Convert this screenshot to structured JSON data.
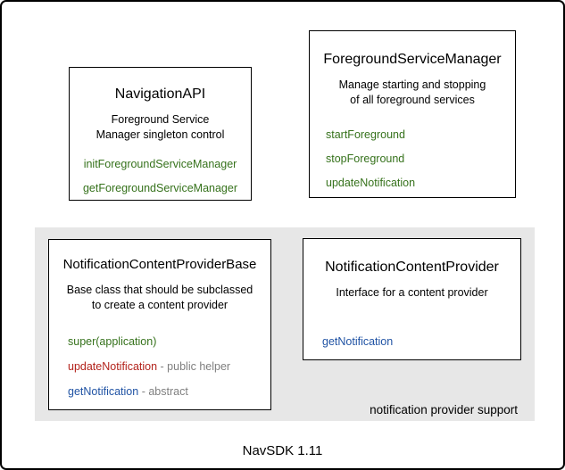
{
  "colors": {
    "green": "#36721c",
    "red": "#b3231c",
    "blue": "#2053a4",
    "muted": "#7f7f7f",
    "panel_bg": "#e7e7e7",
    "text": "#000000"
  },
  "caption": "NavSDK 1.11",
  "panel": {
    "label": "notification provider support"
  },
  "boxes": [
    {
      "id": "navigation-api",
      "title": "NavigationAPI",
      "subtitle": "Foreground Service\nManager singleton control",
      "methods": [
        {
          "label": "initForegroundServiceManager",
          "color": "green"
        },
        {
          "label": "getForegroundServiceManager",
          "color": "green"
        }
      ]
    },
    {
      "id": "foreground-service-manager",
      "title": "ForegroundServiceManager",
      "subtitle": "Manage starting and stopping\nof all foreground services",
      "methods": [
        {
          "label": "startForeground",
          "color": "green"
        },
        {
          "label": "stopForeground",
          "color": "green"
        },
        {
          "label": "updateNotification",
          "color": "green"
        }
      ]
    },
    {
      "id": "notification-content-provider-base",
      "title": "NotificationContentProviderBase",
      "subtitle": "Base class that should be subclassed\nto create a content provider",
      "methods": [
        {
          "label": "super(application)",
          "color": "green"
        },
        {
          "label": "updateNotification",
          "color": "red",
          "suffix": " - public helper"
        },
        {
          "label": "getNotification",
          "color": "blue",
          "suffix": " - abstract"
        }
      ]
    },
    {
      "id": "notification-content-provider",
      "title": "NotificationContentProvider",
      "subtitle": "Interface for a content provider",
      "methods": [
        {
          "label": "getNotification",
          "color": "blue"
        }
      ]
    }
  ]
}
